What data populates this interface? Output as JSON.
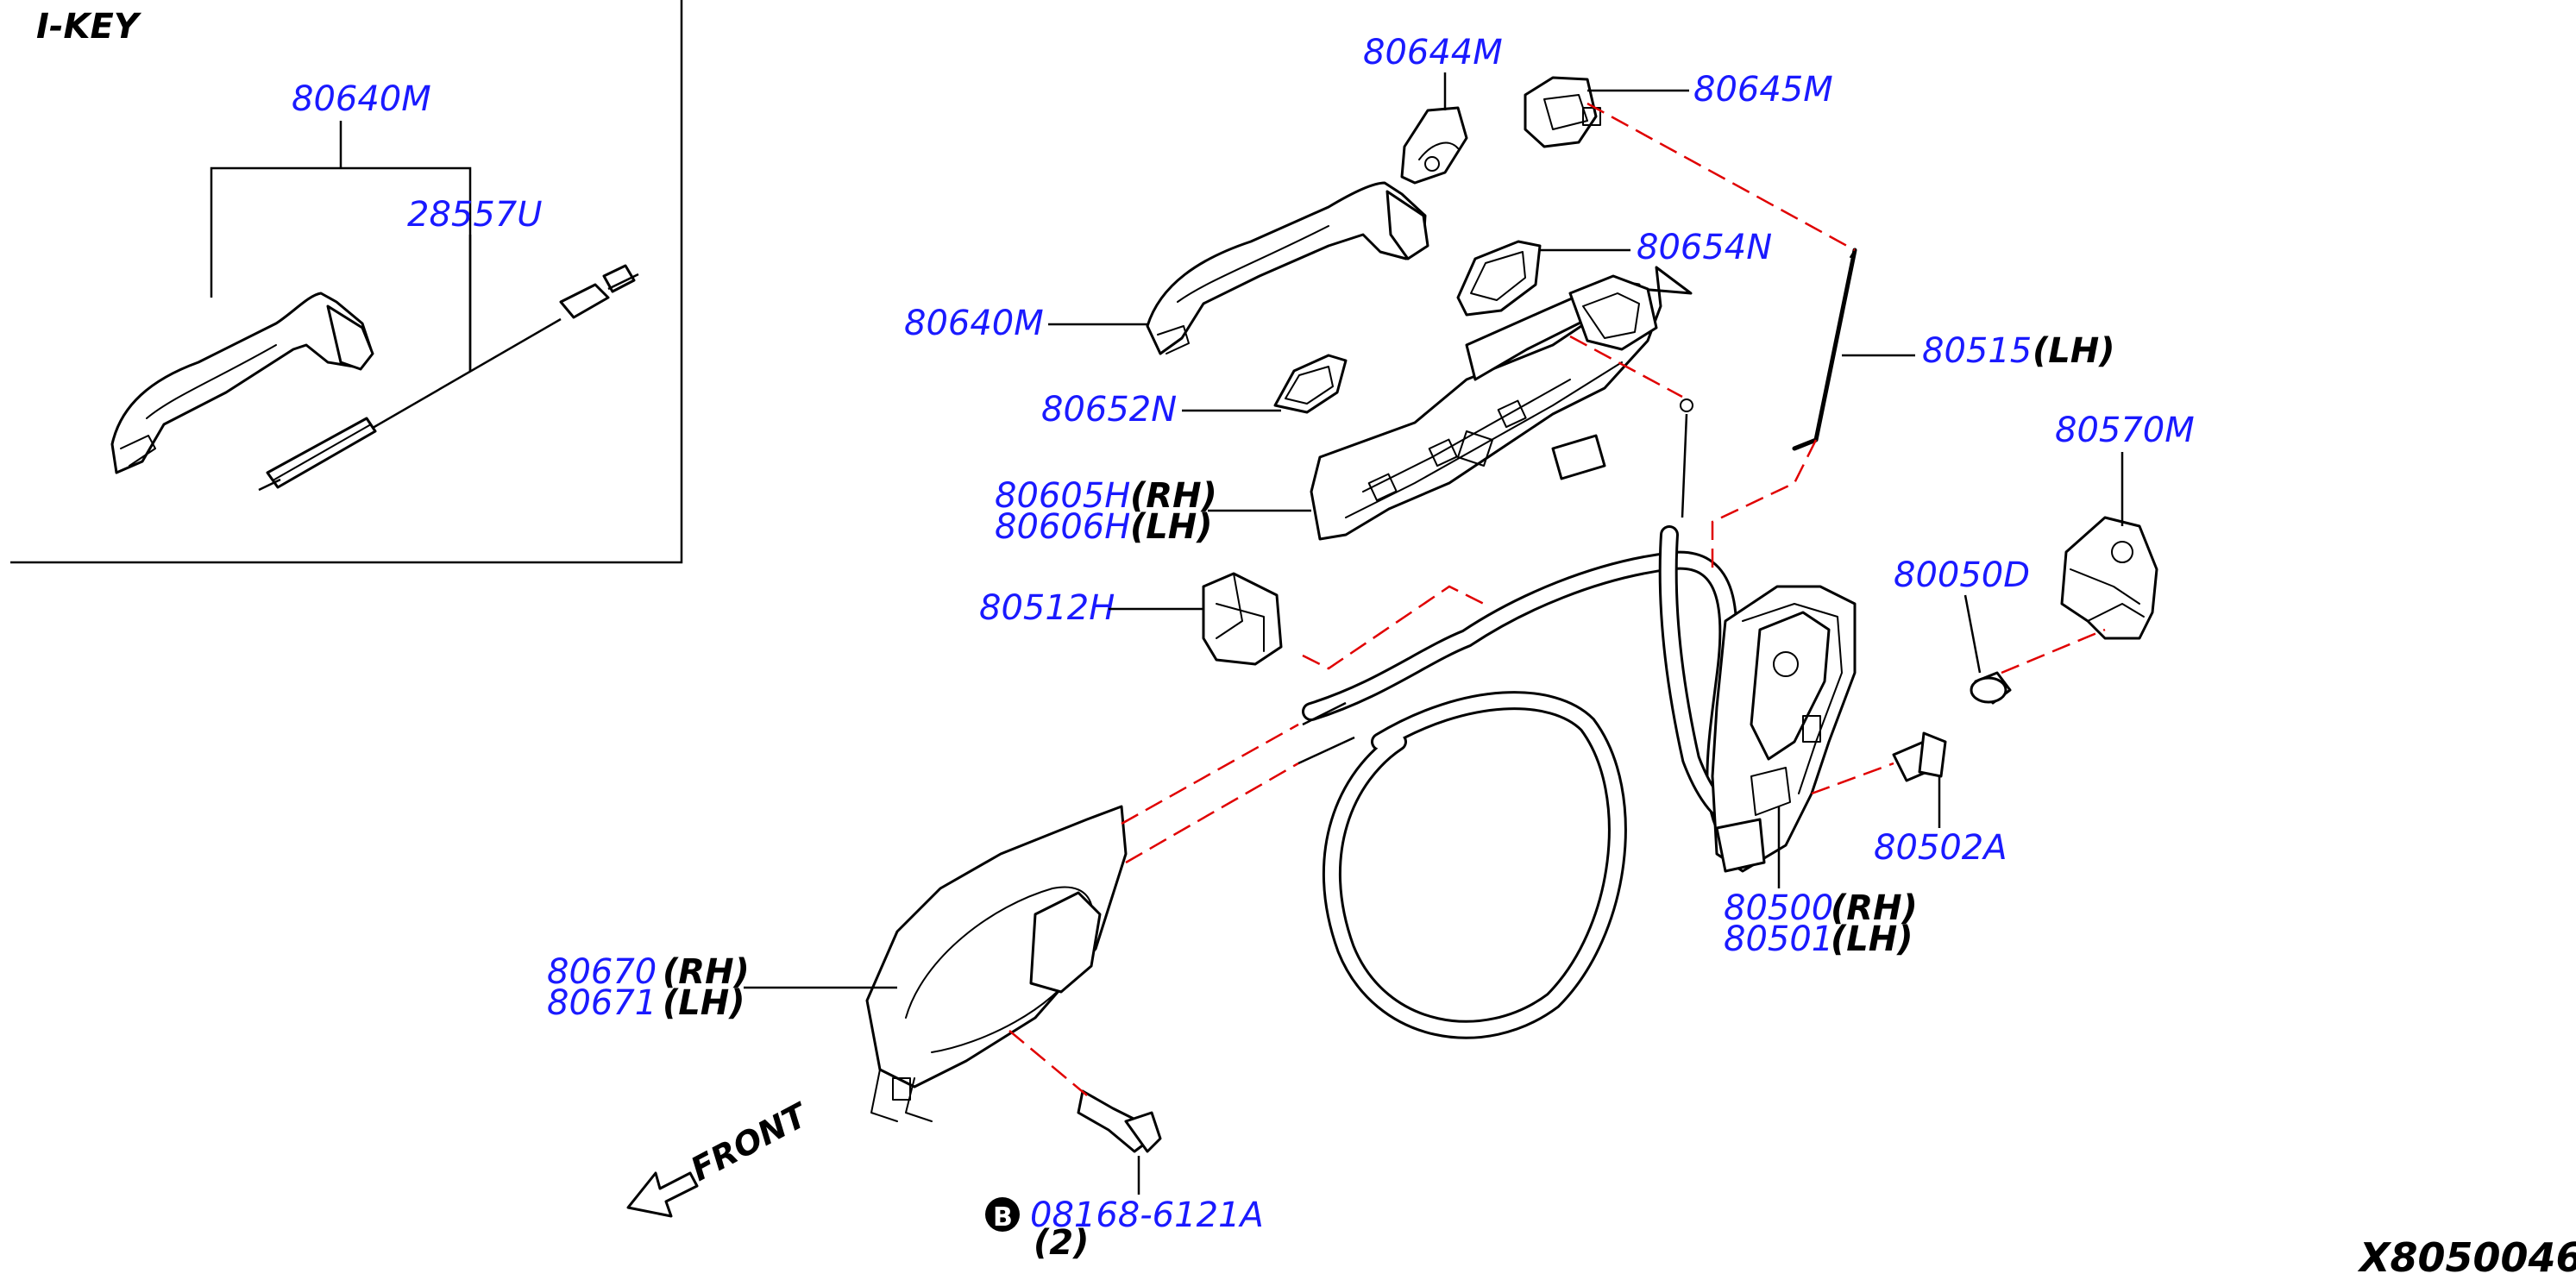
{
  "inset": {
    "title": "I-KEY"
  },
  "labels": {
    "l80640m_inset": "80640M",
    "l28557u": "28557U",
    "l80644m": "80644M",
    "l80645m": "80645M",
    "l80654n": "80654N",
    "l80640m": "80640M",
    "l80515": "80515",
    "l80515_side": "(LH)",
    "l80652n": "80652N",
    "l80570m": "80570M",
    "l80605h": "80605H",
    "l80605h_side": "(RH)",
    "l80606h": "80606H",
    "l80606h_side": "(LH)",
    "l80050d": "80050D",
    "l80512h": "80512H",
    "l80502a": "80502A",
    "l80500": "80500",
    "l80500_side": "(RH)",
    "l80501": "80501",
    "l80501_side": "(LH)",
    "l80670": "80670",
    "l80670_side": "(RH)",
    "l80671": "80671",
    "l80671_side": "(LH)",
    "bolt_badge": "B",
    "l08168": "08168-6121A",
    "l08168_qty": "(2)"
  },
  "front_arrow": {
    "text": "FRONT"
  },
  "diagram_id": "X8050046",
  "colors": {
    "part_number": "#1a1aff",
    "leader": "#000000",
    "dashed_guide": "#e00000"
  }
}
